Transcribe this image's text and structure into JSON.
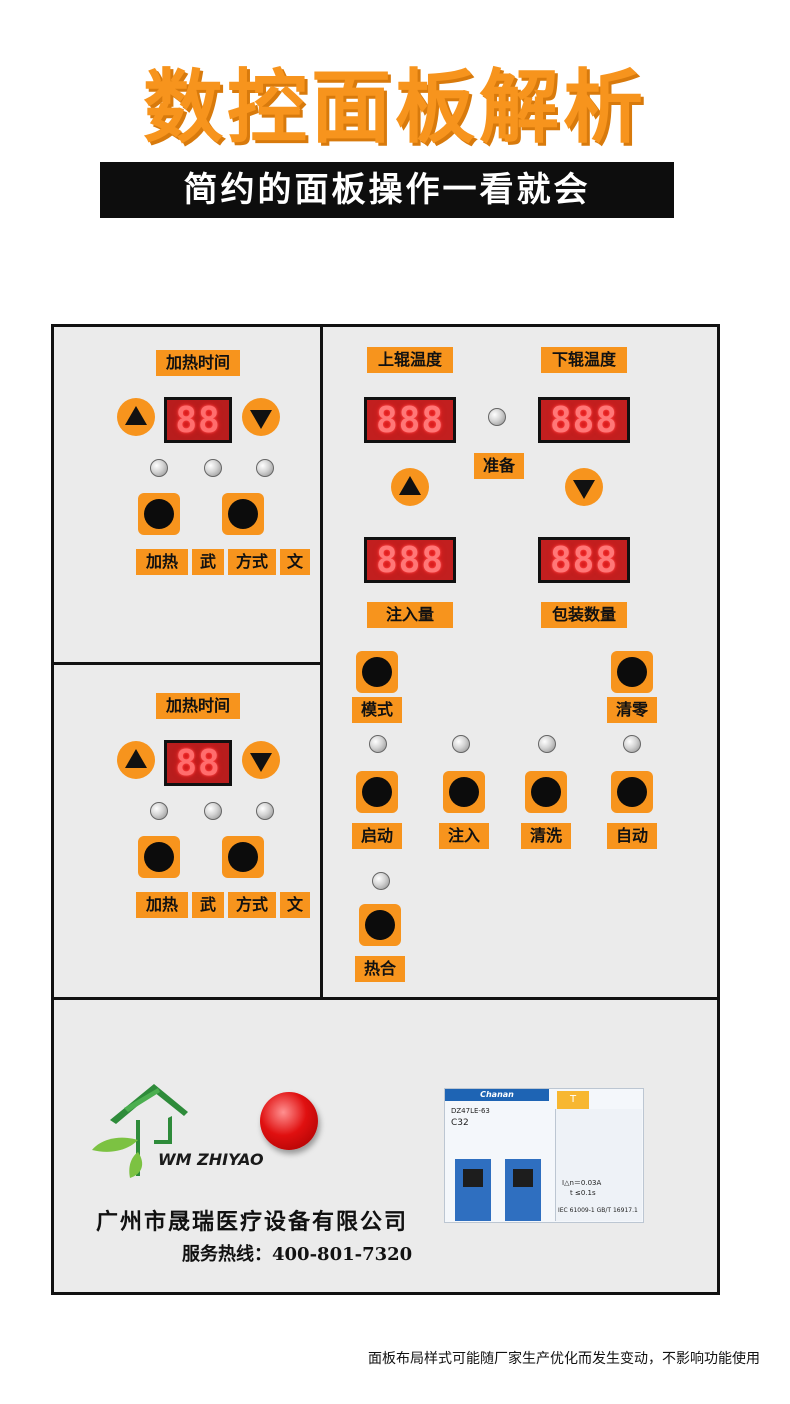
{
  "header": {
    "title": "数控面板解析",
    "subtitle": "简约的面板操作一看就会"
  },
  "colors": {
    "accent": "#f7941d",
    "panel_bg": "#ebebeb",
    "display_digits": "#ff3b3b"
  },
  "left_top": {
    "section_label": "加热时间",
    "display": "88",
    "labels": [
      "加热",
      "武",
      "方式",
      "文"
    ]
  },
  "left_bottom": {
    "section_label": "加热时间",
    "display": "88",
    "labels": [
      "加热",
      "武",
      "方式",
      "文"
    ]
  },
  "right": {
    "upper_roller_label": "上辊温度",
    "lower_roller_label": "下辊温度",
    "upper_display": "888",
    "lower_display": "888",
    "ready_label": "准备",
    "fill_display": "888",
    "count_display": "888",
    "fill_label": "注入量",
    "count_label": "包装数量",
    "mode_label": "模式",
    "clear_label": "清零",
    "start_label": "启动",
    "inject_label": "注入",
    "wash_label": "清洗",
    "auto_label": "自动",
    "heat_seal_label": "热合"
  },
  "footer_panel": {
    "brand": "WM ZHIYAO",
    "company": "广州市晟瑞医疗设备有限公司",
    "hotline": "服务热线：400-801-7320",
    "breaker": {
      "brand": "Chanan",
      "model": "DZ47LE-63",
      "rating": "C32",
      "t_button": "T",
      "leak_spec": "I△n＝0.03A",
      "time_spec": "t ≤0.1s",
      "standard": "IEC 61009-1 GB/T 16917.1"
    }
  },
  "note": "面板布局样式可能随厂家生产优化而发生变动，不影响功能使用",
  "icons": {
    "up": "triangle-up-icon",
    "down": "triangle-down-icon",
    "logo": "house-leaf-logo-icon"
  }
}
